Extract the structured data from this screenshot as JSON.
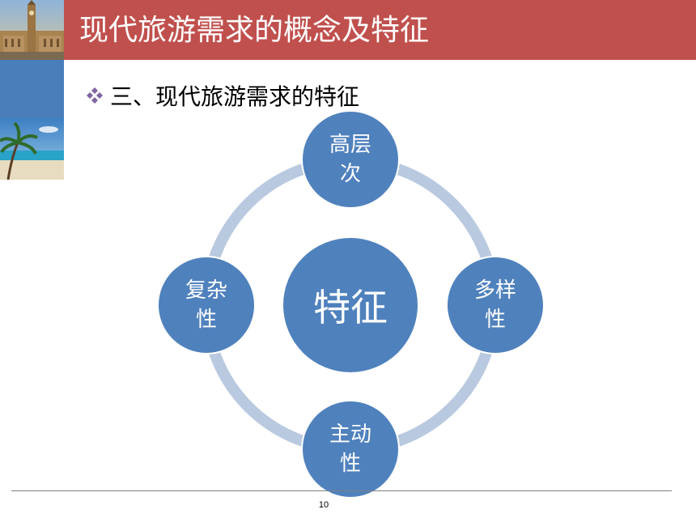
{
  "slide": {
    "title": "现代旅游需求的概念及特征",
    "bullet": "三、现代旅游需求的特征",
    "page_number": "10"
  },
  "diagram": {
    "center": "特征",
    "nodes": {
      "top": "高层次",
      "right": "多样性",
      "bottom": "主动性",
      "left": "复杂性"
    }
  },
  "colors": {
    "title_bar": "#c0504d",
    "node_fill": "#4f81bd",
    "ring": "#b9c9e0",
    "side_blue": "#4a7ebb",
    "bullet": "#8064a2"
  }
}
